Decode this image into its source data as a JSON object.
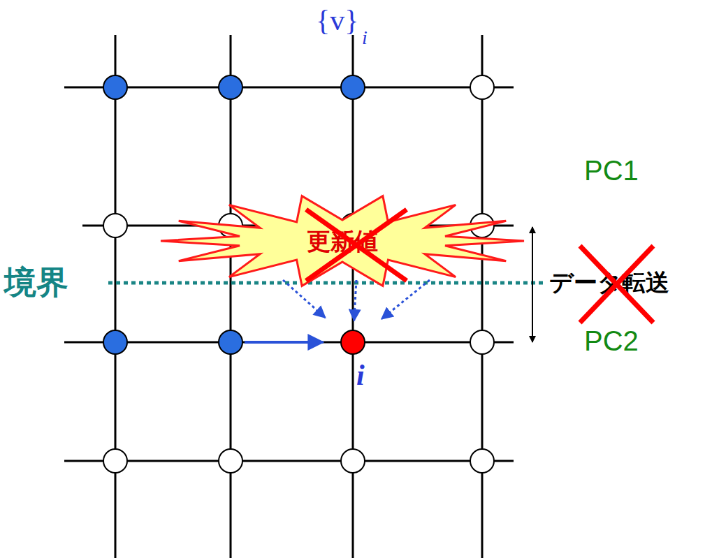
{
  "diagram": {
    "nodes": [
      {
        "text": [
          "更新値"
        ]
      },
      {
        "text": [
          "i"
        ]
      }
    ],
    "edges": [
      {
        "from": 0,
        "to": 1,
        "arrow": "to"
      },
      {
        "from": 0,
        "to": 1,
        "arrow": "to"
      },
      {
        "from": 0,
        "to": 1,
        "arrow": "to"
      }
    ],
    "labels": [
      "{v}",
      "i",
      "PC1",
      "PC2",
      "境界",
      "データ転送"
    ]
  }
}
